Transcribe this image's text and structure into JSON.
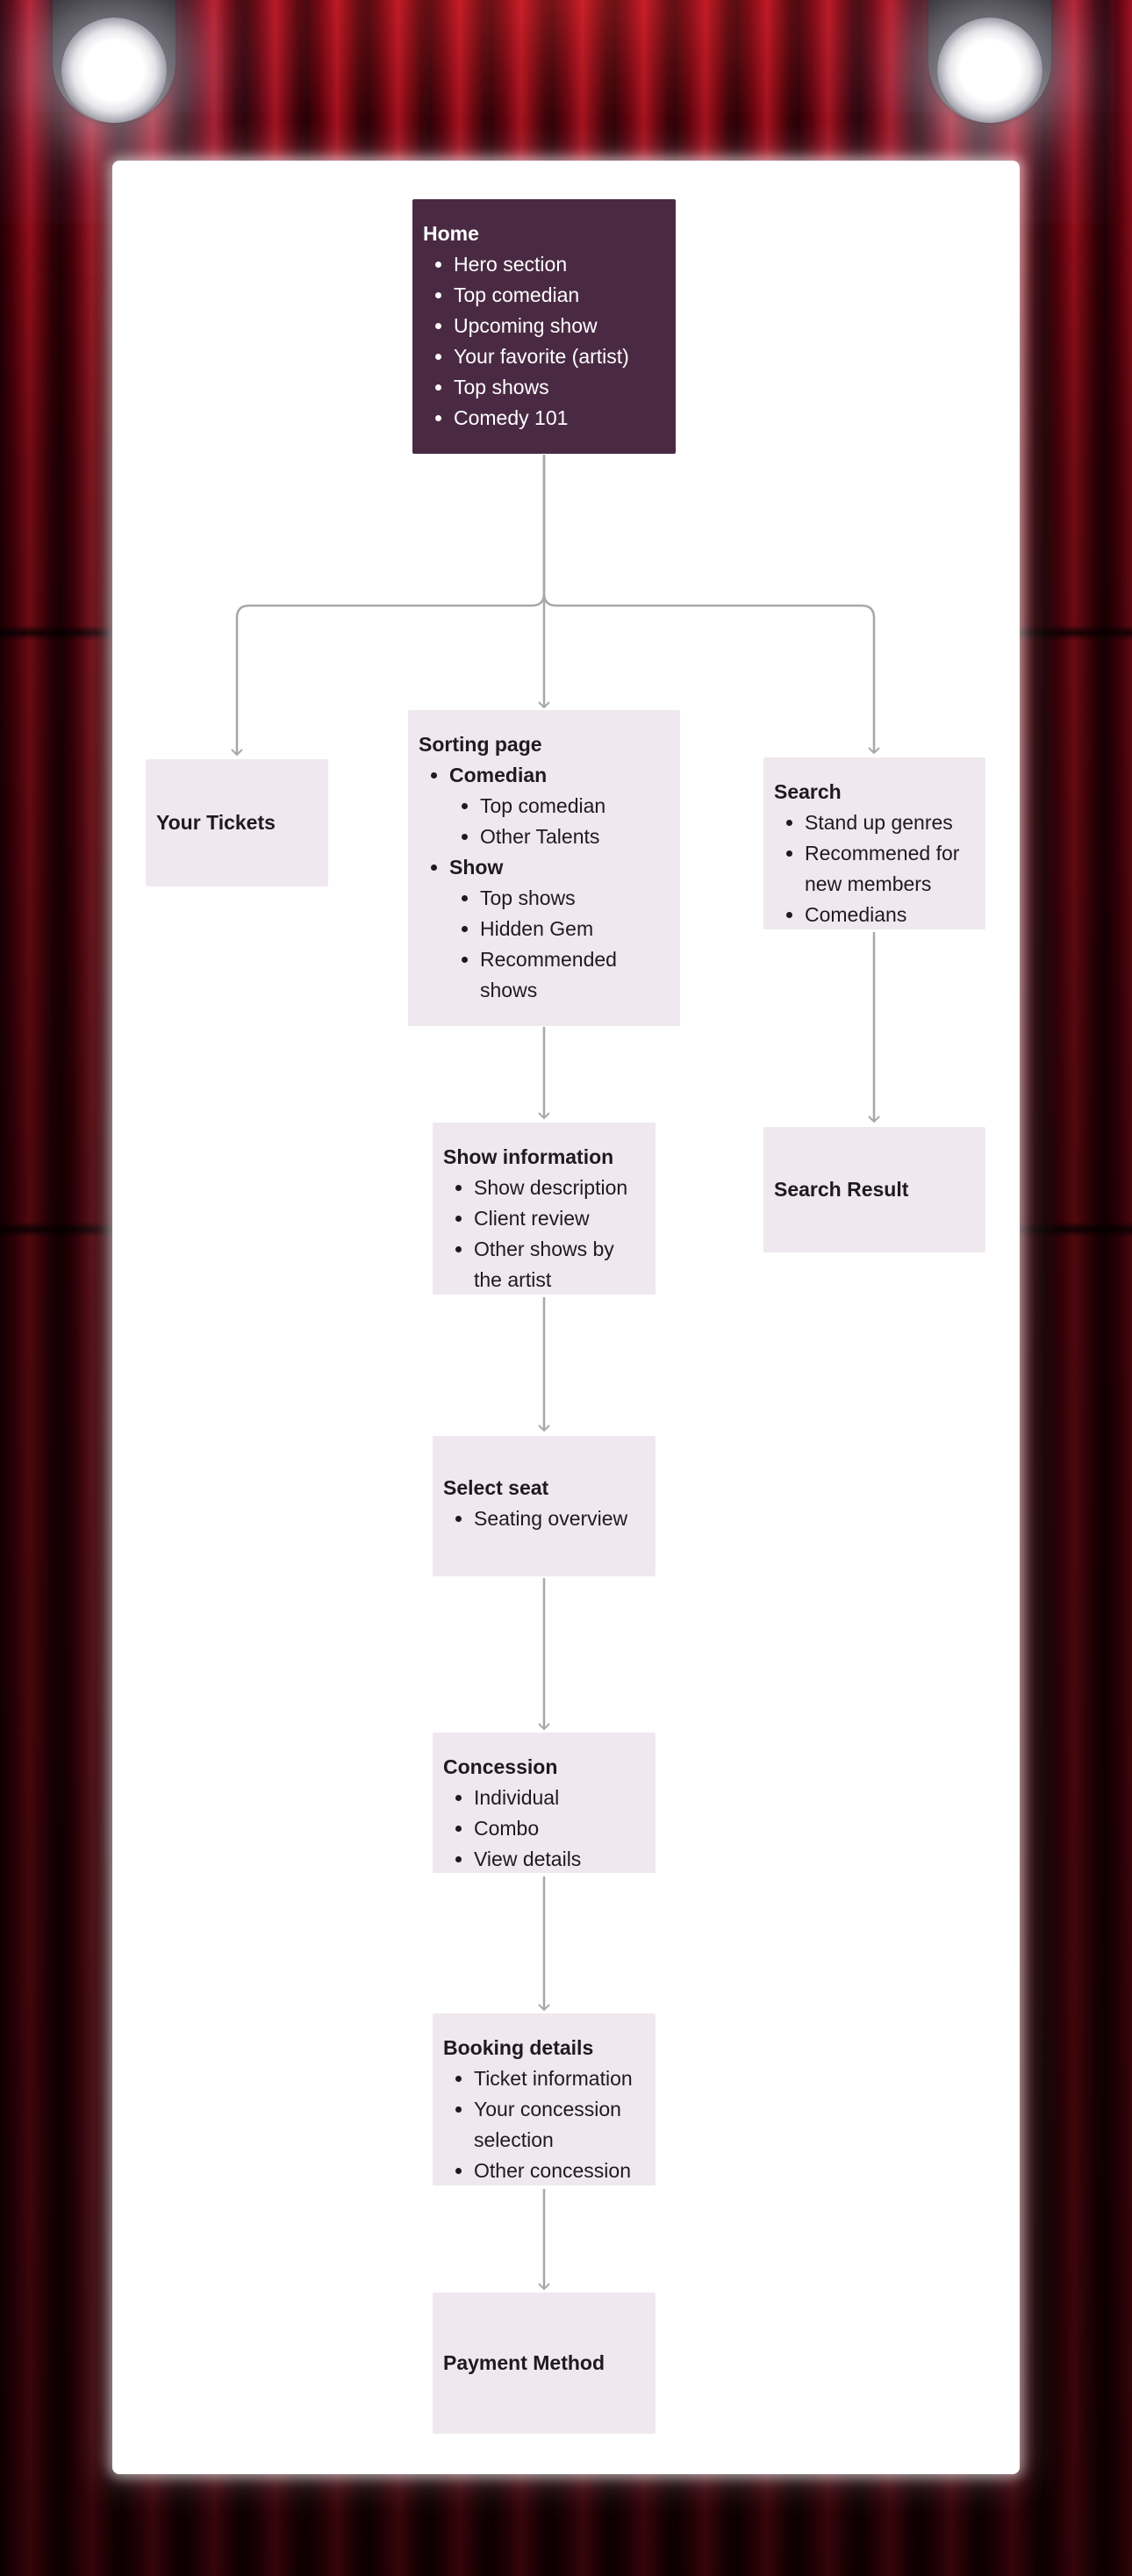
{
  "diagram": {
    "nodes": {
      "home": {
        "title": "Home",
        "items": [
          "Hero section",
          "Top comedian",
          "Upcoming show",
          "Your favorite (artist)",
          "Top shows",
          "Comedy 101"
        ]
      },
      "your_tickets": {
        "title": "Your Tickets"
      },
      "sorting_page": {
        "title": "Sorting page",
        "groups": [
          {
            "label": "Comedian",
            "items": [
              "Top comedian",
              "Other Talents"
            ]
          },
          {
            "label": "Show",
            "items": [
              "Top shows",
              "Hidden Gem",
              "Recommended shows"
            ]
          }
        ]
      },
      "search": {
        "title": "Search",
        "items": [
          "Stand up genres",
          "Recommened for new members",
          "Comedians"
        ]
      },
      "search_result": {
        "title": "Search Result"
      },
      "show_information": {
        "title": "Show information",
        "items": [
          "Show description",
          "Client review",
          "Other shows by the artist"
        ]
      },
      "select_seat": {
        "title": "Select seat",
        "items": [
          "Seating overview"
        ]
      },
      "concession": {
        "title": "Concession",
        "items": [
          "Individual",
          "Combo",
          "View details"
        ]
      },
      "booking_details": {
        "title": "Booking details",
        "items": [
          "Ticket information",
          "Your concession selection",
          "Other concession"
        ]
      },
      "payment_method": {
        "title": "Payment Method"
      }
    },
    "edges": [
      [
        "home",
        "your_tickets"
      ],
      [
        "home",
        "sorting_page"
      ],
      [
        "home",
        "search"
      ],
      [
        "sorting_page",
        "show_information"
      ],
      [
        "search",
        "search_result"
      ],
      [
        "show_information",
        "select_seat"
      ],
      [
        "select_seat",
        "concession"
      ],
      [
        "concession",
        "booking_details"
      ],
      [
        "booking_details",
        "payment_method"
      ]
    ],
    "colors": {
      "home_fill": "#4a2a43",
      "node_fill": "#efe9ef",
      "connector": "#a8a8a8",
      "curtain": "#8e0a18"
    }
  }
}
